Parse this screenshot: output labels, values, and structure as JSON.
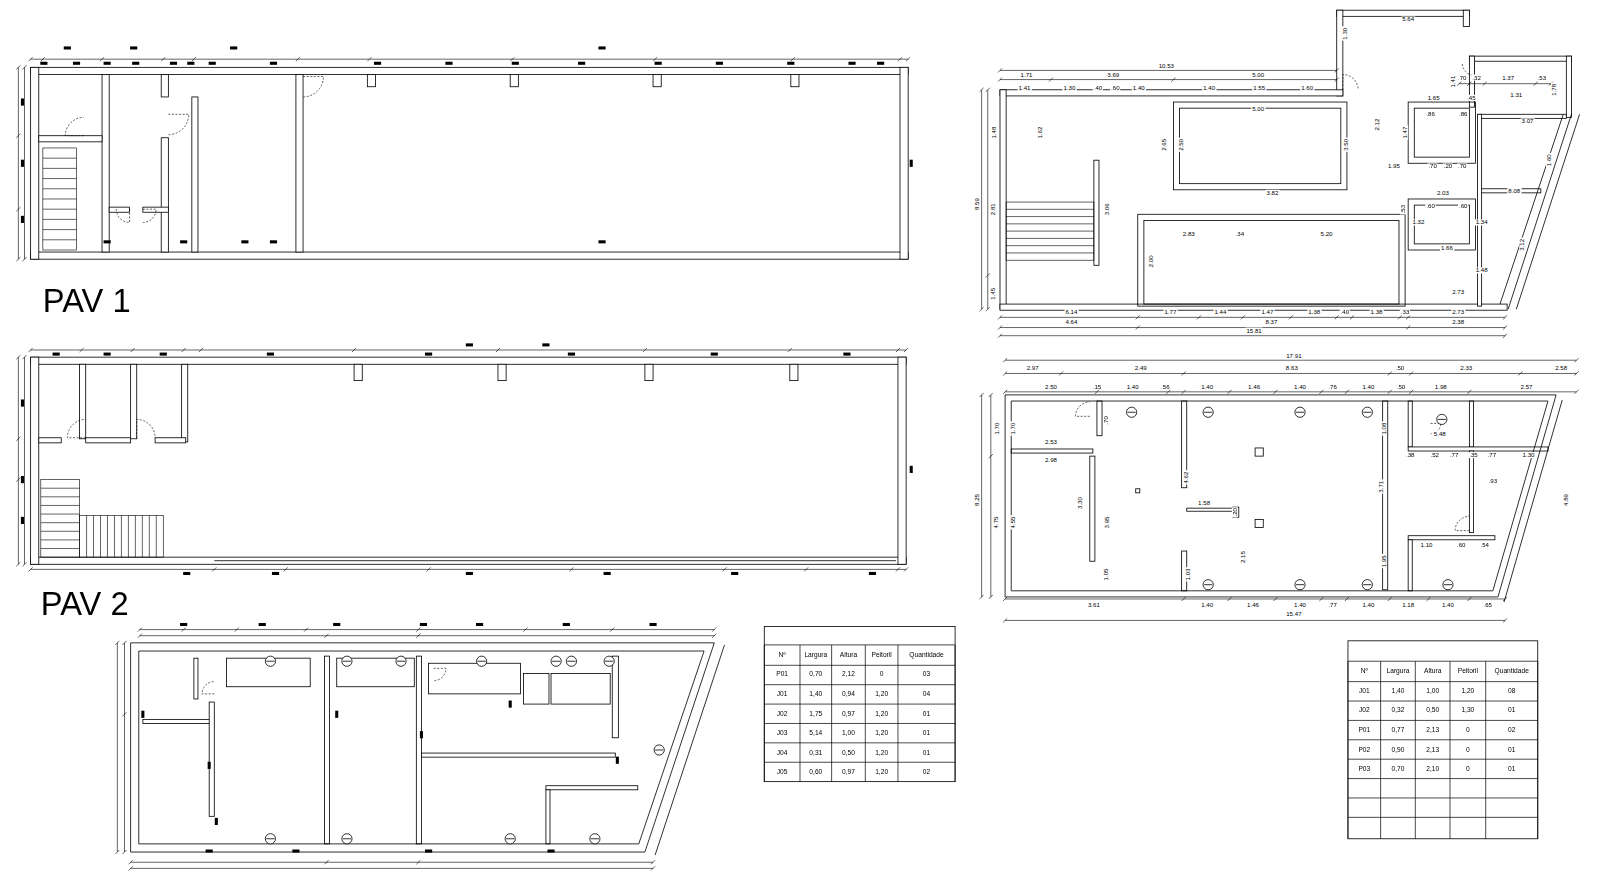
{
  "diagram": {
    "labels": [
      "PAV 1",
      "PAV 2",
      "Nº",
      "Largura",
      "Altura",
      "Peitoril",
      "Quantidade",
      "P01",
      "0,70",
      "2,12",
      "0",
      "03",
      "J01",
      "1,40",
      "0,94",
      "1,20",
      "04",
      "J02",
      "1,75",
      "0,97",
      "1,20",
      "01",
      "J03",
      "5,14",
      "1,00",
      "1,20",
      "01",
      "J04",
      "0,31",
      "0,50",
      "1,20",
      "01",
      "J05",
      "0,60",
      "0,97",
      "1,20",
      "02",
      "Nº",
      "Largura",
      "Altura",
      "Peitoril",
      "Quantidade",
      "J01",
      "1,40",
      "1,00",
      "1,20",
      "08",
      "J02",
      "0,32",
      "0,50",
      "1,30",
      "01",
      "P01",
      "0,77",
      "2,13",
      "0",
      "02",
      "P02",
      "0,90",
      "2,13",
      "0",
      "01",
      "P03",
      "0,70",
      "2,10",
      "0",
      "01",
      "5.64",
      "1.30",
      "10.53",
      "1.71",
      "3.69",
      "5.00",
      ".70",
      ".32",
      "1.37",
      ".53",
      "1.41",
      "1.30",
      ".40",
      ".60",
      "1.40",
      "1.40",
      "1.55",
      "1.60",
      "1.31",
      "1.78",
      "1.41",
      "1.65",
      ".45",
      "5.00",
      "1.48",
      "1.62",
      "2.65",
      "2.50",
      "3.50",
      "2.12",
      "1.47",
      ".86",
      ".86",
      "3.07",
      "1.60",
      "8.59",
      "2.81",
      "1.95",
      ".70",
      ".20",
      ".70",
      "3.82",
      "2.03",
      "8.08",
      "3.06",
      ".53",
      ".60",
      ".60",
      "1.32",
      "1.34",
      "2.83",
      ".34",
      "5.20",
      "3.12",
      "1.66",
      "2.00",
      "1.48",
      "2.73",
      "1.45",
      "6.14",
      "1.77",
      "1.44",
      "1.47",
      "1.38",
      ".40",
      "1.38",
      ".33",
      "2.73",
      "4.64",
      "8.37",
      "2.38",
      "15.81",
      "17.91",
      "2.97",
      "2.49",
      "8.63",
      ".50",
      "2.33",
      "2.58",
      "2.50",
      ".15",
      "1.40",
      ".56",
      "1.40",
      "1.46",
      "1.40",
      ".76",
      "1.40",
      ".50",
      "1.98",
      "2.57",
      "1.70",
      "1.70",
      "8.25",
      "4.75",
      "4.55",
      "2.53",
      "2.98",
      ".70",
      "1.08",
      "5.48",
      ".38",
      ".52",
      ".77",
      ".35",
      ".77",
      "1.30",
      "4.62",
      "3.71",
      ".93",
      "4.89",
      "3.30",
      "3.95",
      "1.58",
      ".20",
      "2.15",
      "1.10",
      ".60",
      ".54",
      "1.05",
      "1.03",
      "1.95",
      "3.61",
      "1.40",
      "1.46",
      "1.40",
      ".77",
      "1.40",
      "1.18",
      "1.40",
      ".65",
      "15.47"
    ]
  }
}
